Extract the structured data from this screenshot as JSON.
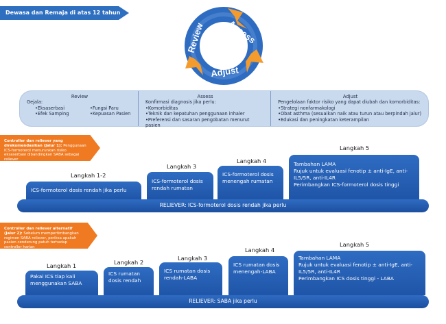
{
  "header": {
    "title": "Dewasa dan Remaja di atas 12 tahun"
  },
  "cycle": {
    "assess": "Assess",
    "adjust": "Adjust",
    "review": "Review"
  },
  "summary": {
    "review": {
      "title": "Review",
      "intro": "Gejala:",
      "col1": [
        "Eksaserbasi",
        "Efek Samping"
      ],
      "col2": [
        "Fungsi Paru",
        "Kepuasan Pasien"
      ]
    },
    "assess": {
      "title": "Assess",
      "intro": "Konfirmasi diagnosis jika perlu:",
      "items": [
        "Komorbiditas",
        "Teknik dan kepatuhan penggunaan inhaler",
        "Preferensi dan sasaran pengobatan menurut pasien"
      ]
    },
    "adjust": {
      "title": "Adjust",
      "intro": "Pengelolaan faktor risiko yang dapat diubah dan komorbiditas:",
      "items": [
        "Strategi nonfarmakologi",
        "Obat asthma (sesuaikan naik atau turun atau berpindah jalur)",
        "Edukasi dan peningkatan keterampilan"
      ]
    }
  },
  "track1": {
    "label_title": "Controller dan reliever yang direkomendasikan (Jalur 1):",
    "label_text": "Penggunaan ICS-formoterol menurunkan risiko eksaserbasi dibandingkan SABA sebagai reliever",
    "steps": [
      {
        "title": "Langkah 1-2",
        "text": "ICS-formoterol dosis rendah jika perlu"
      },
      {
        "title": "Langkah 3",
        "text": "ICS-formoterol dosis rendah rumatan"
      },
      {
        "title": "Langkah 4",
        "text": "ICS-formoterol dosis menengah rumatan"
      },
      {
        "title": "Langkah 5",
        "lines": [
          "Tambahan LAMA",
          "Rujuk untuk evaluasi fenotip ± anti-IgE, anti-IL5/5R, anti-IL4R",
          "Perimbangkan ICS-formoterol dosis tinggi"
        ]
      }
    ],
    "reliever": "RELIEVER: ICS-formoterol dosis rendah jika perlu"
  },
  "track2": {
    "label_title": "Controller dan reliever alternatif (Jalur 2):",
    "label_text": "Sebelum mempertimbangkan regimen SABA reliever, periksa apakah pasien cenderung patuh terhadap controller harian",
    "steps": [
      {
        "title": "Langkah 1",
        "text": "Pakai ICS tiap kali menggunakan SABA"
      },
      {
        "title": "Langkah 2",
        "text": "ICS rumatan dosis rendah"
      },
      {
        "title": "Langkah 3",
        "text": "ICS rumatan dosis rendah-LABA"
      },
      {
        "title": "Langkah 4",
        "text": "ICS rumatan dosis menengah-LABA"
      },
      {
        "title": "Langkah 5",
        "lines": [
          "Tambahan LAMA",
          "Rujuk untuk evaluasi fenotip ± anti-IgE, anti-IL5/5R, anti-IL4R",
          "Perimbangkan ICS dosis tinggi - LABA"
        ]
      }
    ],
    "reliever": "RELIEVER: SABA jika perlu"
  },
  "colors": {
    "blue": "#2e6cc2",
    "orange": "#f07a21",
    "light_blue": "#c9d9ee"
  }
}
